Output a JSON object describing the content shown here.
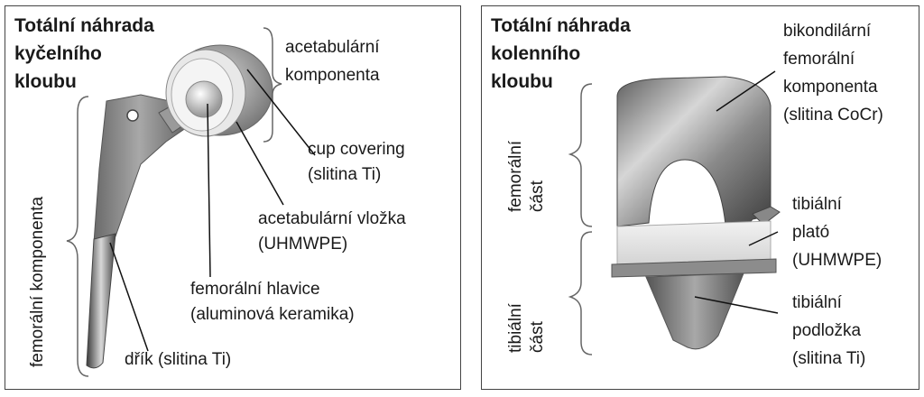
{
  "hip": {
    "title_lines": [
      "Totální náhrada",
      "kyčelního",
      "kloubu"
    ],
    "labels": {
      "acetabular_component": [
        "acetabulární",
        "komponenta"
      ],
      "cup_covering": [
        "cup covering",
        "(slitina Ti)"
      ],
      "acetabular_liner": [
        "acetabulární vložka",
        "(UHMWPE)"
      ],
      "femoral_head": [
        "femorální hlavice",
        "(aluminová keramika)"
      ],
      "stem": "dřík (slitina Ti)",
      "femoral_component": "femorální komponenta"
    }
  },
  "knee": {
    "title_lines": [
      "Totální náhrada",
      "kolenního",
      "kloubu"
    ],
    "labels": {
      "femoral_component": [
        "bikondilární",
        "femorální",
        "komponenta",
        "(slitina CoCr)"
      ],
      "tibial_plateau": [
        "tibiální",
        "plató",
        "(UHMWPE)"
      ],
      "tibial_baseplate": [
        "tibiální",
        "podložka",
        "(slitina Ti)"
      ],
      "femoral_part": [
        "femorální",
        "část"
      ],
      "tibial_part": [
        "tibiální",
        "část"
      ]
    }
  }
}
